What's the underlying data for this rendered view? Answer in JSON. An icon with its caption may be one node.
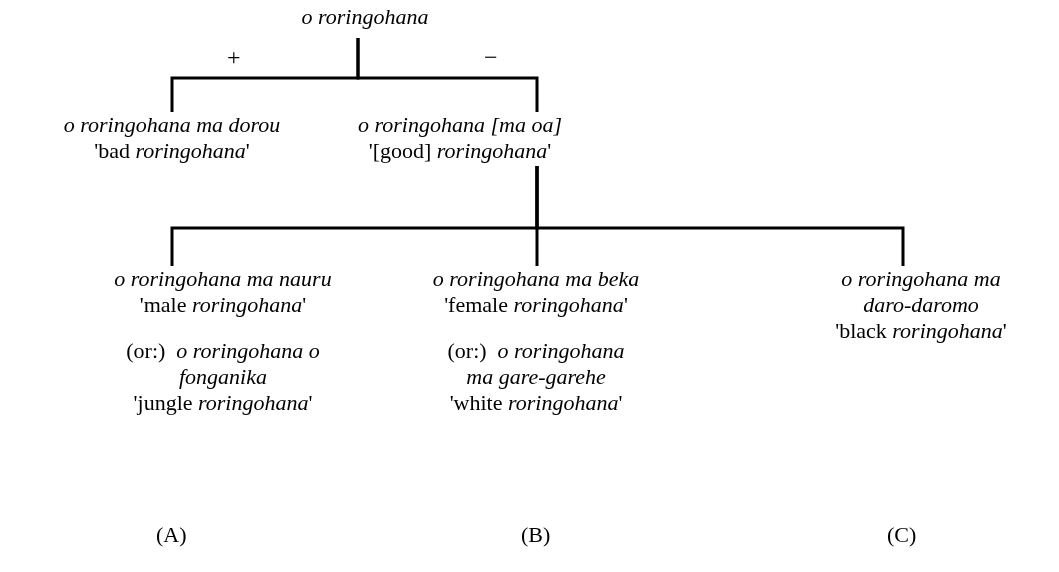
{
  "diagram": {
    "nodes": [
      {
        "text": [
          "o roringohana"
        ]
      },
      {
        "text": [
          "o roringohana ma dorou",
          "'bad *roringohana*'"
        ]
      },
      {
        "text": [
          "o roringohana [ma oa]",
          "'[good] *roringohana*'"
        ]
      },
      {
        "text": [
          "o roringohana ma nauru",
          "'male *roringohana*'",
          "(or:)  *o roringohana o fonganika*",
          "'jungle *roringohana*'"
        ]
      },
      {
        "text": [
          "o roringohana ma beka",
          "'female *roringohana*'",
          "(or:)  *o roringohana ma gare-garehe*",
          "'white *roringohana*'"
        ]
      },
      {
        "text": [
          "o roringohana ma daro-daromo",
          "'black *roringohana*'"
        ]
      }
    ],
    "labels": [
      "(A)",
      "(B)",
      "(C)"
    ],
    "edges": [
      {
        "from": 0,
        "to": 1,
        "arrow": "none",
        "label": "+"
      },
      {
        "from": 0,
        "to": 2,
        "arrow": "none",
        "label": "−"
      },
      {
        "from": 2,
        "to": 3,
        "arrow": "none"
      },
      {
        "from": 2,
        "to": 4,
        "arrow": "none"
      },
      {
        "from": 2,
        "to": 5,
        "arrow": "none"
      }
    ]
  }
}
